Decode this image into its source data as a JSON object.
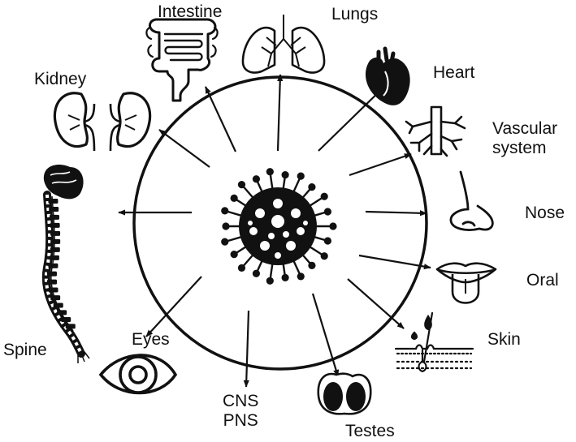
{
  "colors": {
    "ink": "#111111",
    "background": "#ffffff",
    "organ_fill": "#ffffff",
    "virus_fill": "#111111",
    "virus_spot": "#ffffff"
  },
  "labels": {
    "intestine": "Intestine",
    "lungs": "Lungs",
    "heart": "Heart",
    "vascular_line1": "Vascular",
    "vascular_line2": "system",
    "nose": "Nose",
    "oral": "Oral",
    "skin": "Skin",
    "testes": "Testes",
    "cns_line1": "CNS",
    "cns_line2": "PNS",
    "eyes": "Eyes",
    "spine": "Spine",
    "kidney": "Kidney"
  },
  "icons": {
    "center": "virus-icon",
    "intestine": "intestine-icon",
    "lungs": "lungs-icon",
    "heart": "heart-icon",
    "vascular": "blood-vessel-icon",
    "nose": "nose-icon",
    "oral": "mouth-tongue-icon",
    "skin": "skin-layer-icon",
    "testes": "testes-icon",
    "nervous": "brain-spine-icon",
    "eyes": "eye-icon",
    "kidney": "kidneys-icon"
  }
}
